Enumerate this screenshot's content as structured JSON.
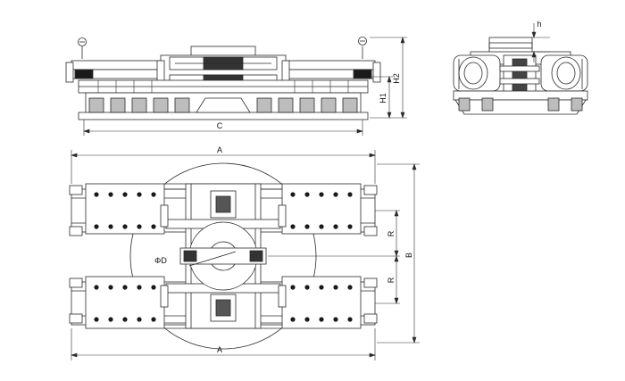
{
  "drawing": {
    "labels": {
      "a_top": "A",
      "a_bottom": "A",
      "b": "B",
      "c": "C",
      "h": "h",
      "h1": "H1",
      "h2": "H2",
      "r_upper": "R",
      "r_lower": "R",
      "phi_d": "ΦD"
    },
    "colors": {
      "line": "#2a2a2a",
      "fill": "#ffffff",
      "shade": "#9a9a9a",
      "dark": "#111111"
    }
  }
}
